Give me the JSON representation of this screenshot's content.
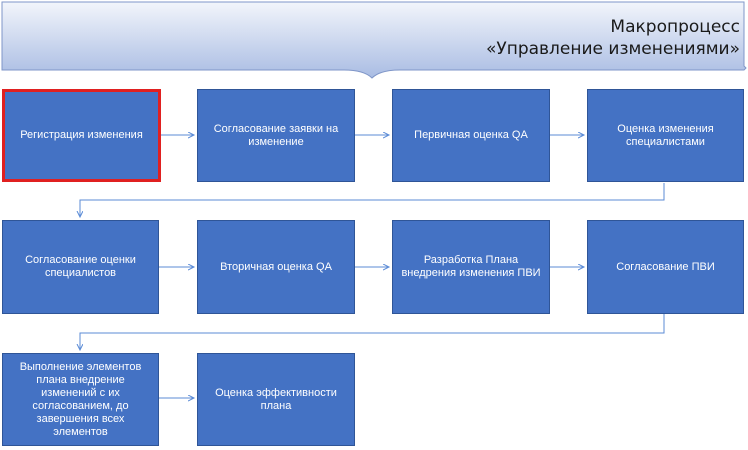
{
  "header": {
    "title_line1": "Макропроцесс",
    "title_line2": "«Управление изменениями»"
  },
  "steps": [
    {
      "label": "Регистрация изменения"
    },
    {
      "label": "Согласование заявки на изменение"
    },
    {
      "label": "Первичная оценка QA"
    },
    {
      "label": "Оценка изменения специалистами"
    },
    {
      "label": "Согласование оценки специалистов"
    },
    {
      "label": "Вторичная оценка QA"
    },
    {
      "label": "Разработка Плана внедрения изменения ПВИ"
    },
    {
      "label": "Согласование ПВИ"
    },
    {
      "label": "Выполнение элементов плана внедрение изменений с их согласованием, до завершения всех элементов"
    },
    {
      "label": "Оценка эффективности плана"
    }
  ],
  "colors": {
    "box_fill": "#4472c4",
    "selected_border": "#e02020",
    "connector": "#5b8bd6"
  }
}
